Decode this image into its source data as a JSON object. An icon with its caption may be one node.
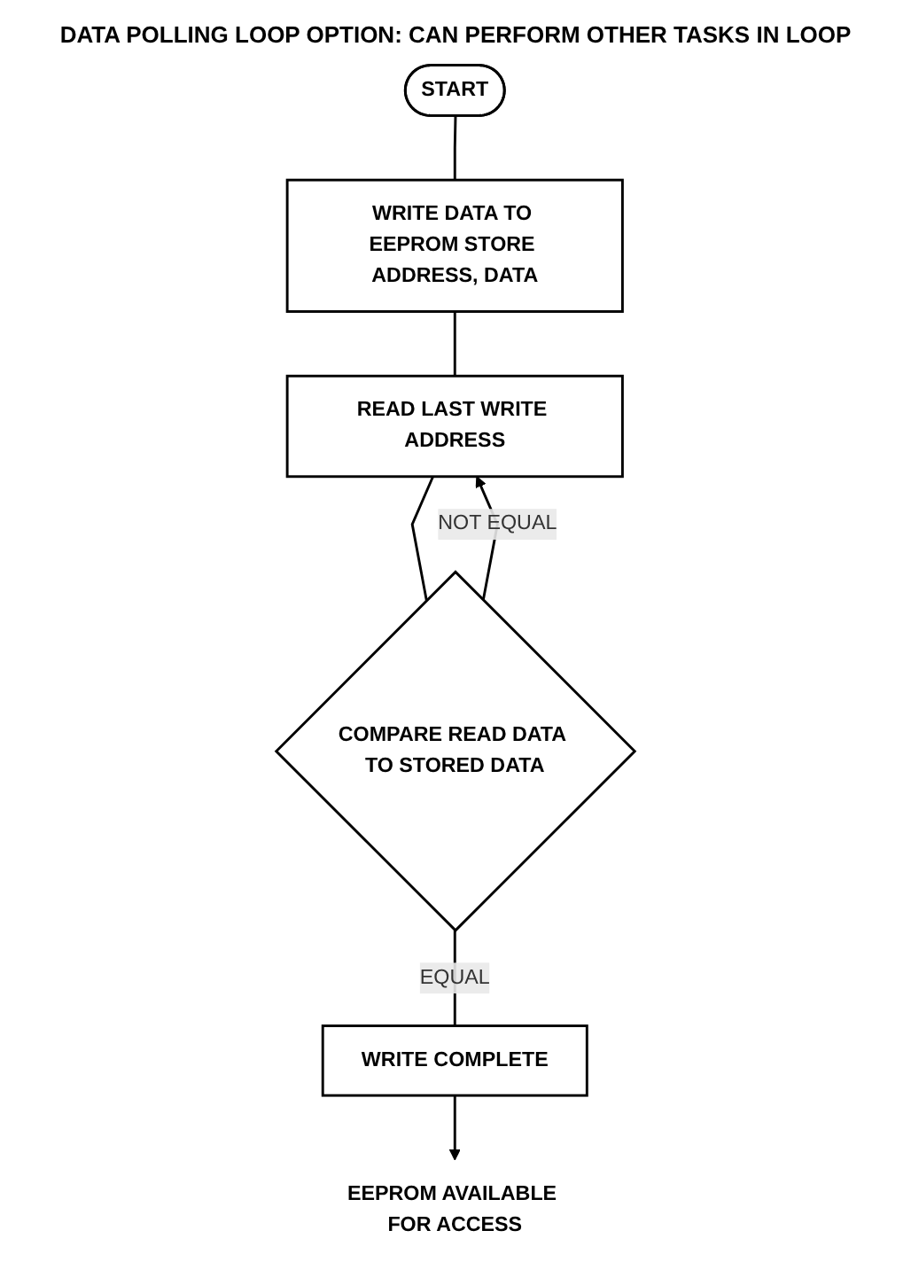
{
  "diagram": {
    "nodes": [
      {
        "text": [
          "START"
        ]
      },
      {
        "text": [
          "WRITE DATA TO EEPROM STORE ADDRESS, DATA"
        ]
      },
      {
        "text": [
          "READ LAST WRITE ADDRESS"
        ]
      },
      {
        "text": [
          "COMPARE READ DATA TO STORED DATA"
        ]
      },
      {
        "text": [
          "WRITE COMPLETE"
        ]
      },
      {
        "text": [
          "EEPROM AVAILABLE FOR ACCESS"
        ]
      }
    ],
    "edges": [
      {
        "from": 0,
        "to": 1,
        "arrow": "none"
      },
      {
        "from": 1,
        "to": 2,
        "arrow": "none"
      },
      {
        "from": 2,
        "to": 3,
        "arrow": "none"
      },
      {
        "from": 3,
        "to": 2,
        "arrow": "to",
        "label": "NOT EQUAL"
      },
      {
        "from": 3,
        "to": 4,
        "arrow": "none",
        "label": "EQUAL"
      },
      {
        "from": 4,
        "to": 5,
        "arrow": "to"
      }
    ],
    "labels": [
      "DATA POLLING LOOP OPTION: CAN PERFORM OTHER TASKS IN LOOP"
    ]
  }
}
